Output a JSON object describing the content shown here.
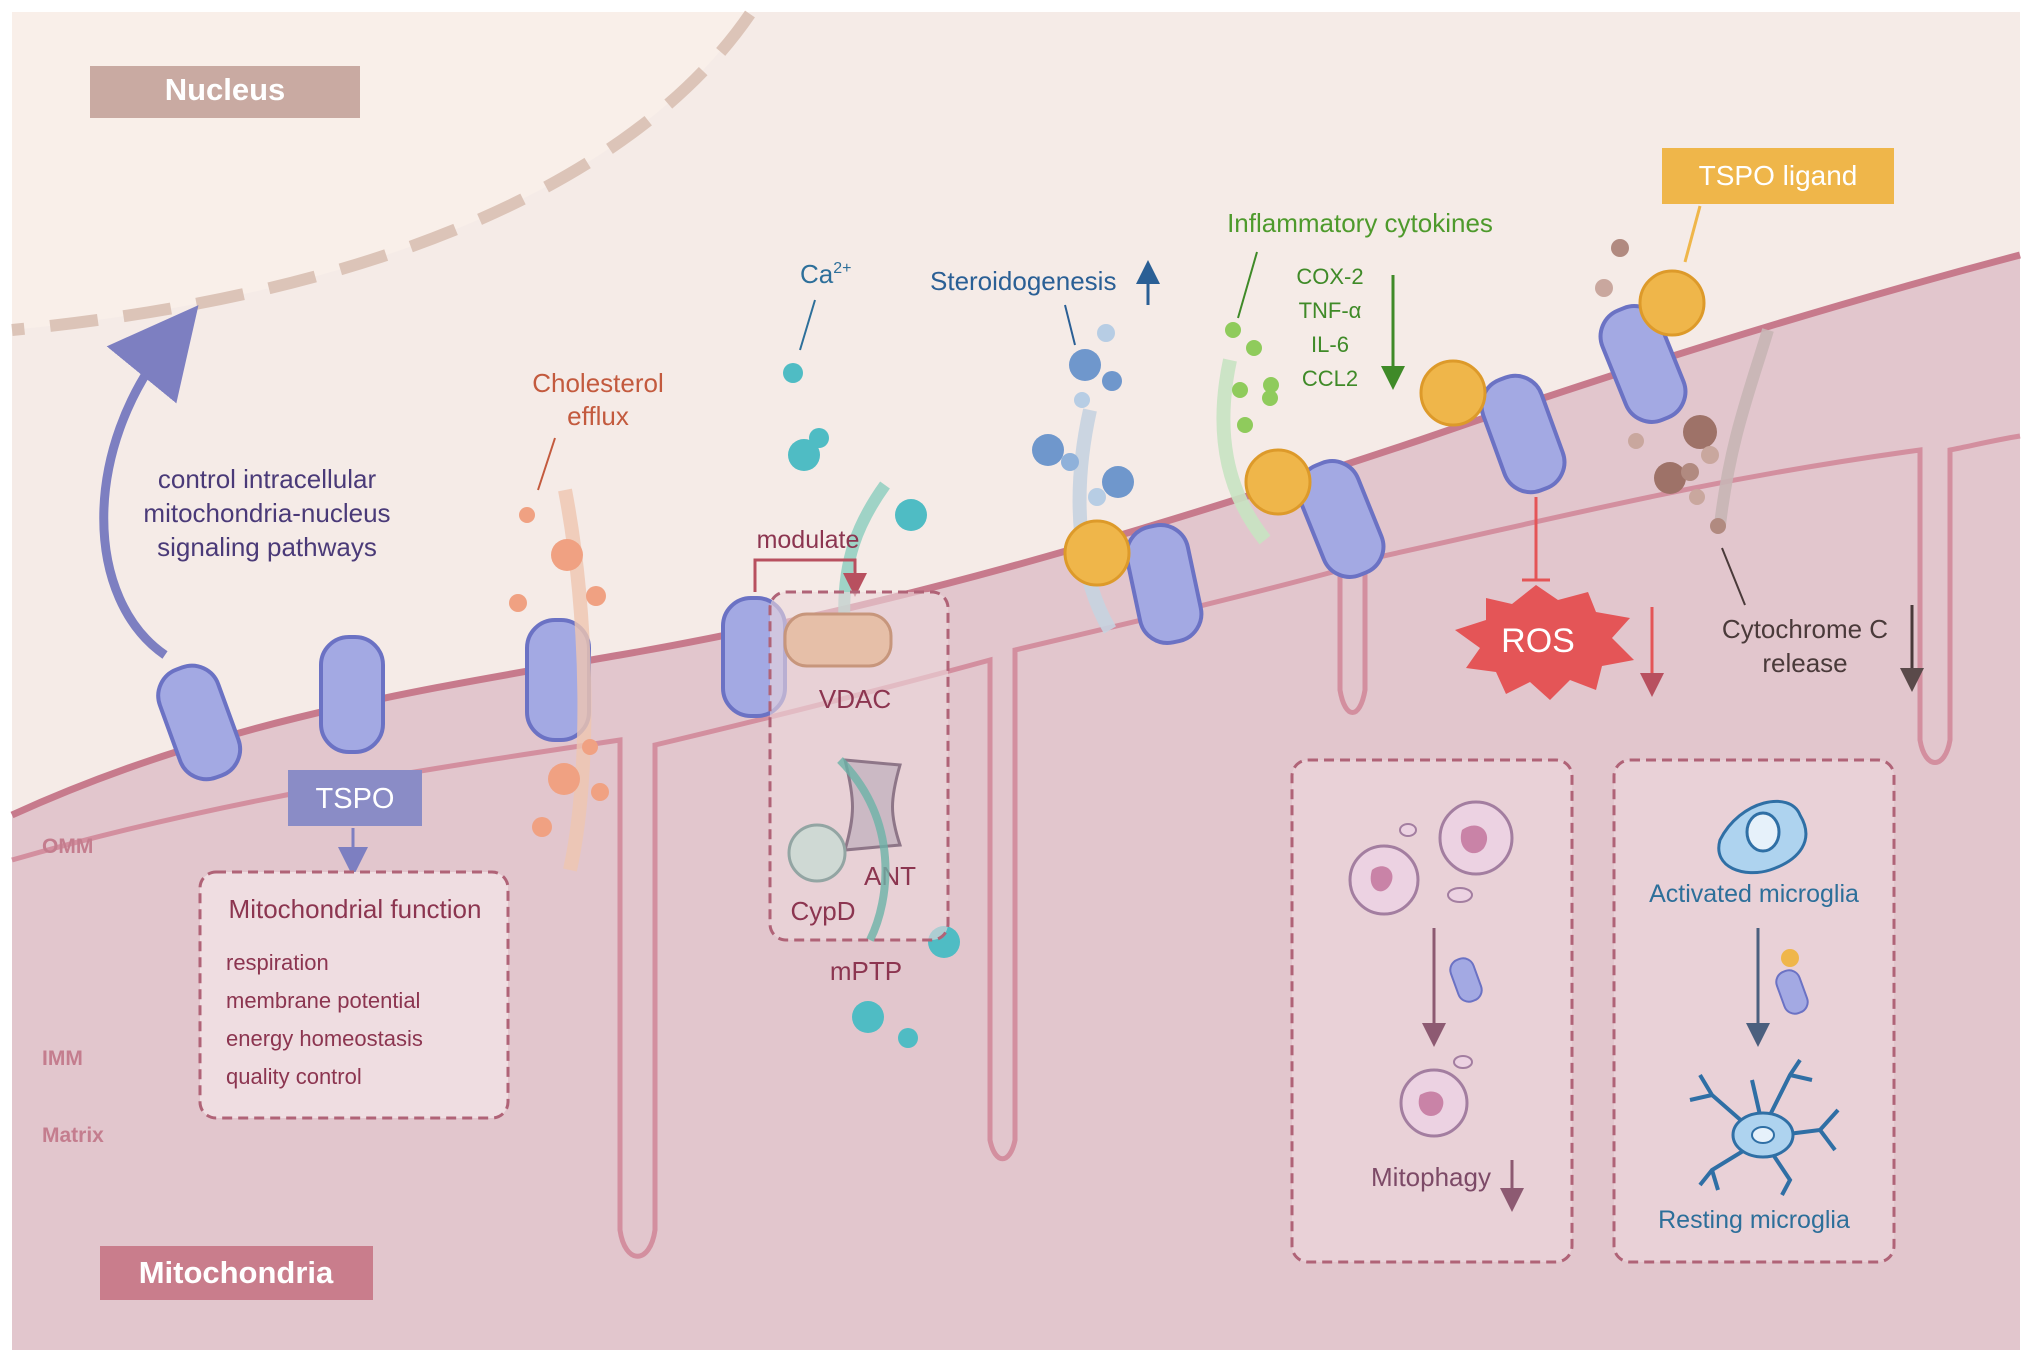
{
  "regions": {
    "nucleus": "Nucleus",
    "mitochondria": "Mitochondria",
    "omm": "OMM",
    "imm": "IMM",
    "matrix": "Matrix"
  },
  "signaling": {
    "line1": "control intracellular",
    "line2": "mitochondria-nucleus",
    "line3": "signaling pathways"
  },
  "tspo": "TSPO",
  "mito_function": {
    "title": "Mitochondrial function",
    "items": [
      "respiration",
      "membrane potential",
      "energy homeostasis",
      "quality control"
    ]
  },
  "cholesterol": {
    "line1": "Cholesterol",
    "line2": "efflux"
  },
  "calcium": {
    "base": "Ca",
    "sup": "2+"
  },
  "modulate": "modulate",
  "vdac": "VDAC",
  "ant": "ANT",
  "cypd": "CypD",
  "mptp": "mPTP",
  "steroidogenesis": "Steroidogenesis",
  "inflammatory": {
    "title": "Inflammatory cytokines",
    "items": [
      "COX-2",
      "TNF-α",
      "IL-6",
      "CCL2"
    ]
  },
  "tspo_ligand": "TSPO ligand",
  "ros": "ROS",
  "cytochrome": {
    "line1": "Cytochrome C",
    "line2": "release"
  },
  "mitophagy": "Mitophagy",
  "microglia": {
    "activated": "Activated microglia",
    "resting": "Resting microglia"
  },
  "colors": {
    "cytoplasm": "#f5ebe7",
    "mito_fill": "#e2c6cd",
    "membrane": "#c77a8c",
    "tspo_fill": "#a3a9e3",
    "tspo_stroke": "#6b72c4",
    "ligand": "#efb64a",
    "nucleus_label_bg": "#c9aaa2",
    "mito_label_bg": "#c97d8c",
    "box_dash": "#b06377",
    "purple_text": "#4a3a78",
    "orange_text": "#c35a3e",
    "blue_text": "#2a5f95",
    "green_text": "#4e9a2c",
    "red_text": "#8c3550",
    "ros": "#e45557",
    "cyan_dot": "#4fbcc4",
    "teal_text": "#2d6f9a"
  }
}
